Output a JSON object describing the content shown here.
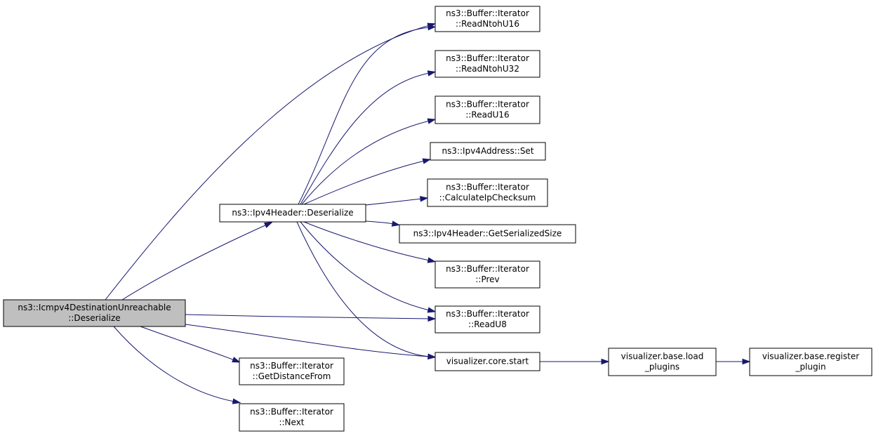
{
  "colors": {
    "edge": "#191970",
    "root_fill": "#bfbfbf",
    "node_fill": "#ffffff",
    "node_border": "#000000"
  },
  "nodes": [
    {
      "id": "icmp_deser",
      "lines": [
        "ns3::Icmpv4DestinationUnreachable",
        "::Deserialize"
      ],
      "root": true
    },
    {
      "id": "ipv4h_deser",
      "lines": [
        "ns3::Ipv4Header::Deserialize"
      ]
    },
    {
      "id": "readntohu16",
      "lines": [
        "ns3::Buffer::Iterator",
        "::ReadNtohU16"
      ]
    },
    {
      "id": "readntohu32",
      "lines": [
        "ns3::Buffer::Iterator",
        "::ReadNtohU32"
      ]
    },
    {
      "id": "readu16",
      "lines": [
        "ns3::Buffer::Iterator",
        "::ReadU16"
      ]
    },
    {
      "id": "ipv4addr_set",
      "lines": [
        "ns3::Ipv4Address::Set"
      ]
    },
    {
      "id": "calcipchecksum",
      "lines": [
        "ns3::Buffer::Iterator",
        "::CalculateIpChecksum"
      ]
    },
    {
      "id": "getserializedsize",
      "lines": [
        "ns3::Ipv4Header::GetSerializedSize"
      ]
    },
    {
      "id": "prev",
      "lines": [
        "ns3::Buffer::Iterator",
        "::Prev"
      ]
    },
    {
      "id": "readu8",
      "lines": [
        "ns3::Buffer::Iterator",
        "::ReadU8"
      ]
    },
    {
      "id": "viz_start",
      "lines": [
        "visualizer.core.start"
      ]
    },
    {
      "id": "viz_load",
      "lines": [
        "visualizer.base.load",
        "_plugins"
      ]
    },
    {
      "id": "viz_register",
      "lines": [
        "visualizer.base.register",
        "_plugin"
      ]
    },
    {
      "id": "getdistancefrom",
      "lines": [
        "ns3::Buffer::Iterator",
        "::GetDistanceFrom"
      ]
    },
    {
      "id": "next",
      "lines": [
        "ns3::Buffer::Iterator",
        "::Next"
      ]
    }
  ],
  "edges": [
    {
      "from": "icmp_deser",
      "to": "ipv4h_deser"
    },
    {
      "from": "icmp_deser",
      "to": "readntohu16"
    },
    {
      "from": "icmp_deser",
      "to": "readu8"
    },
    {
      "from": "icmp_deser",
      "to": "viz_start"
    },
    {
      "from": "icmp_deser",
      "to": "getdistancefrom"
    },
    {
      "from": "icmp_deser",
      "to": "next"
    },
    {
      "from": "ipv4h_deser",
      "to": "readntohu16"
    },
    {
      "from": "ipv4h_deser",
      "to": "readntohu32"
    },
    {
      "from": "ipv4h_deser",
      "to": "readu16"
    },
    {
      "from": "ipv4h_deser",
      "to": "ipv4addr_set"
    },
    {
      "from": "ipv4h_deser",
      "to": "calcipchecksum"
    },
    {
      "from": "ipv4h_deser",
      "to": "getserializedsize"
    },
    {
      "from": "ipv4h_deser",
      "to": "prev"
    },
    {
      "from": "ipv4h_deser",
      "to": "readu8"
    },
    {
      "from": "ipv4h_deser",
      "to": "viz_start"
    },
    {
      "from": "viz_start",
      "to": "viz_load"
    },
    {
      "from": "viz_load",
      "to": "viz_register"
    }
  ]
}
